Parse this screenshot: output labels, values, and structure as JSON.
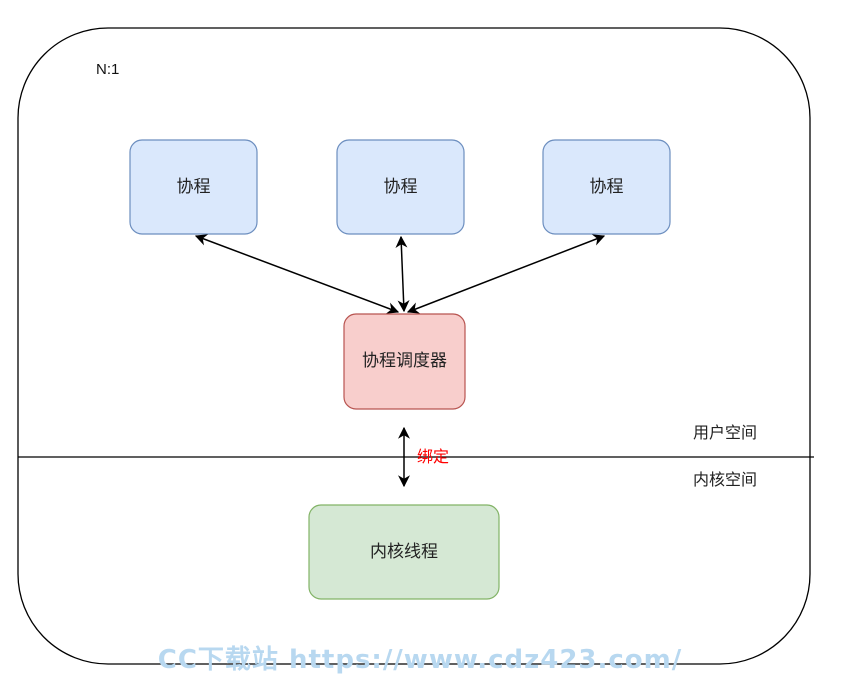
{
  "diagram": {
    "title": "N:1",
    "coroutines": [
      "协程",
      "协程",
      "协程"
    ],
    "scheduler": "协程调度器",
    "bind_label": "绑定",
    "user_space": "用户空间",
    "kernel_space": "内核空间",
    "kernel_thread": "内核线程"
  },
  "watermark": "CC下载站 https://www.cdz423.com/",
  "colors": {
    "coroutine_fill": "#dae8fc",
    "coroutine_stroke": "#6c8ebf",
    "scheduler_fill": "#f8cecc",
    "scheduler_stroke": "#b85450",
    "kernel_fill": "#d5e8d4",
    "kernel_stroke": "#82b366",
    "bind_text": "#ff0000",
    "watermark": "#b8d8f0"
  }
}
